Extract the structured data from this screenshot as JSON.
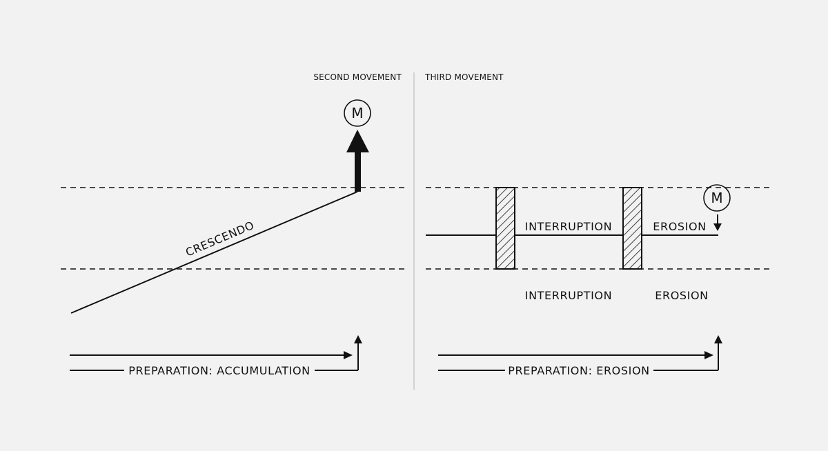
{
  "colors": {
    "background": "#f2f2f2",
    "ink": "#111111",
    "divider": "#bdbdbd"
  },
  "headers": {
    "second_movement": "SECOND MOVEMENT",
    "third_movement": "THIRD MOVEMENT"
  },
  "left": {
    "crescendo": "CRESCENDO",
    "marker": "M",
    "timeline": "PREPARATION: ACCUMULATION"
  },
  "right": {
    "interruption_inner": "INTERRUPTION",
    "erosion_inner": "EROSION",
    "interruption_outer": "INTERRUPTION",
    "erosion_outer": "EROSION",
    "marker": "M",
    "timeline": "PREPARATION: EROSION"
  }
}
